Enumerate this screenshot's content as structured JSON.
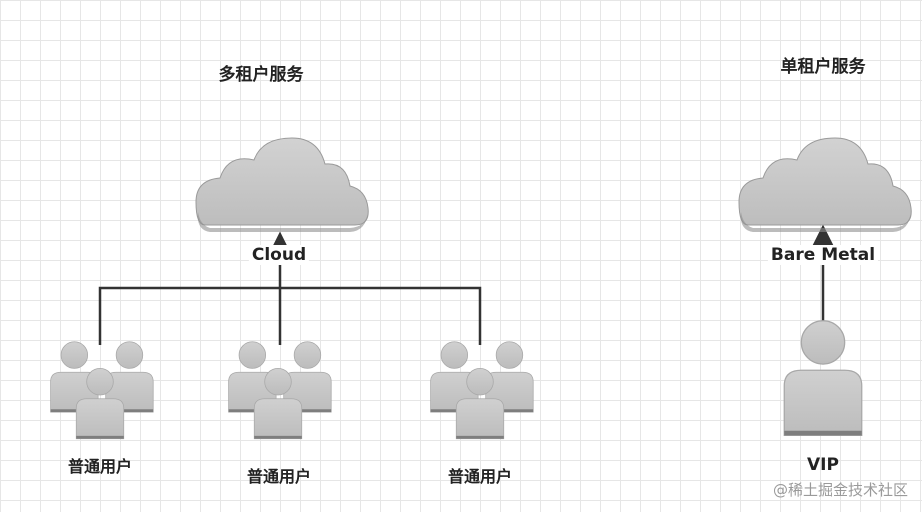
{
  "multi_tenant": {
    "title": "多租户服务",
    "cloud_label": "Cloud",
    "users": [
      "普通用户",
      "普通用户",
      "普通用户"
    ]
  },
  "single_tenant": {
    "title": "单租户服务",
    "cloud_label": "Bare Metal",
    "user_label": "VIP"
  },
  "watermark": "@稀土掘金技术社区",
  "colors": {
    "cloud_fill": "#c9c9c9",
    "person_fill": "#c9c9c9",
    "connector": "#333333"
  }
}
